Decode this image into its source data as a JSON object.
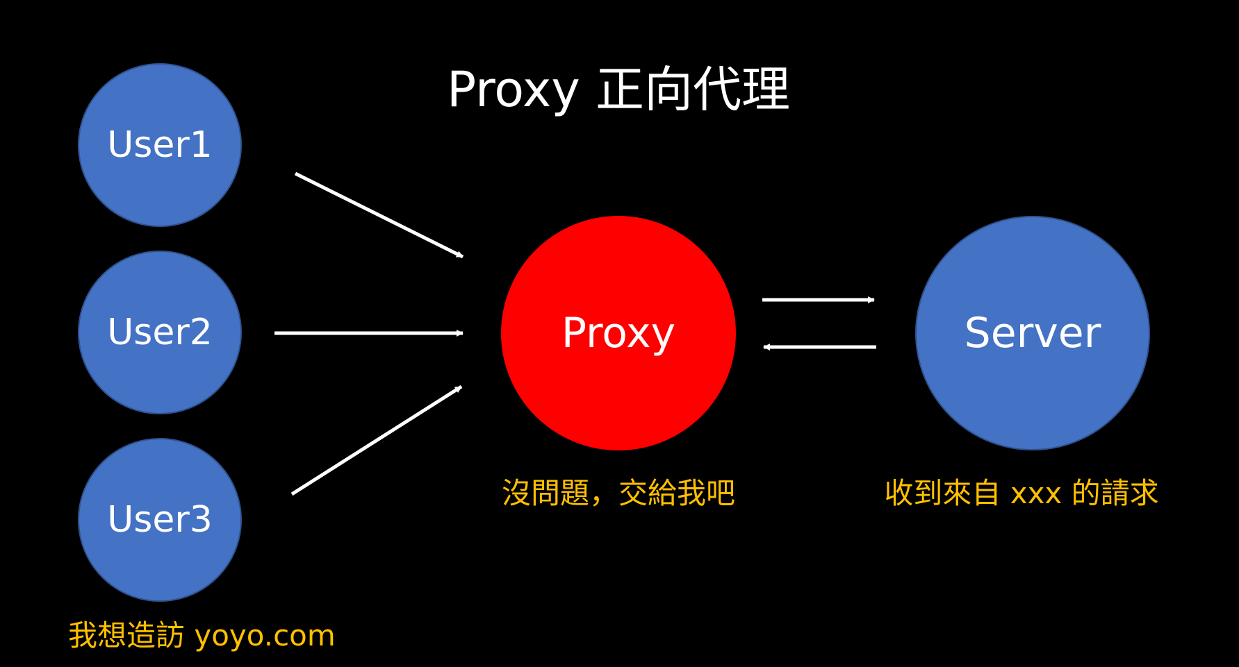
{
  "title": "Proxy 正向代理",
  "nodes": {
    "user1": "User1",
    "user2": "User2",
    "user3": "User3",
    "proxy": "Proxy",
    "server": "Server"
  },
  "captions": {
    "user": "我想造訪 yoyo.com",
    "proxy": "沒問題，交給我吧",
    "server": "收到來自 xxx 的請求"
  },
  "colors": {
    "background": "#000000",
    "user_fill": "#4472c4",
    "server_fill": "#4472c4",
    "proxy_fill": "#ff0000",
    "caption": "#ffc000",
    "arrow": "#ffffff",
    "text": "#ffffff"
  }
}
